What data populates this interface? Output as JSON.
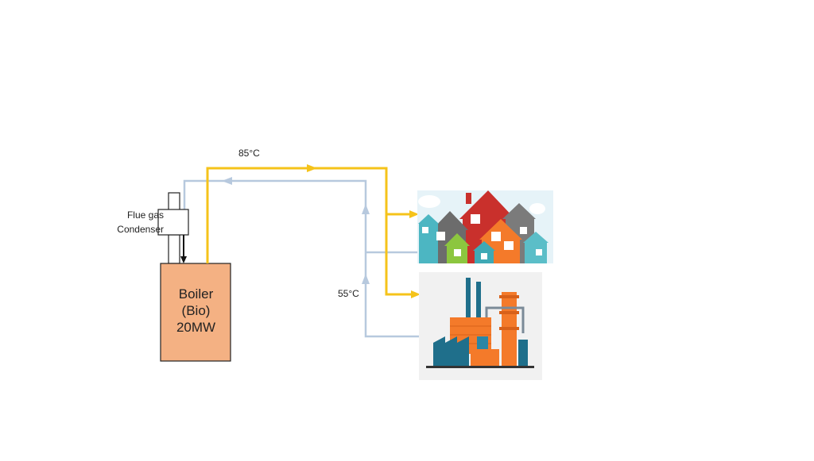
{
  "labels": {
    "flue_line1": "Flue gas",
    "flue_line2": "Condenser",
    "hot_temp": "85°C",
    "cold_temp": "55°C",
    "boiler_line1": "Boiler",
    "boiler_line2": "(Bio)",
    "boiler_line3": "20MW"
  },
  "icons": {
    "houses": "houses-icon",
    "factory": "factory-icon"
  },
  "colors": {
    "supply_line": "#f5c31a",
    "return_line": "#b7c9de",
    "boiler_fill": "#f4b183"
  }
}
